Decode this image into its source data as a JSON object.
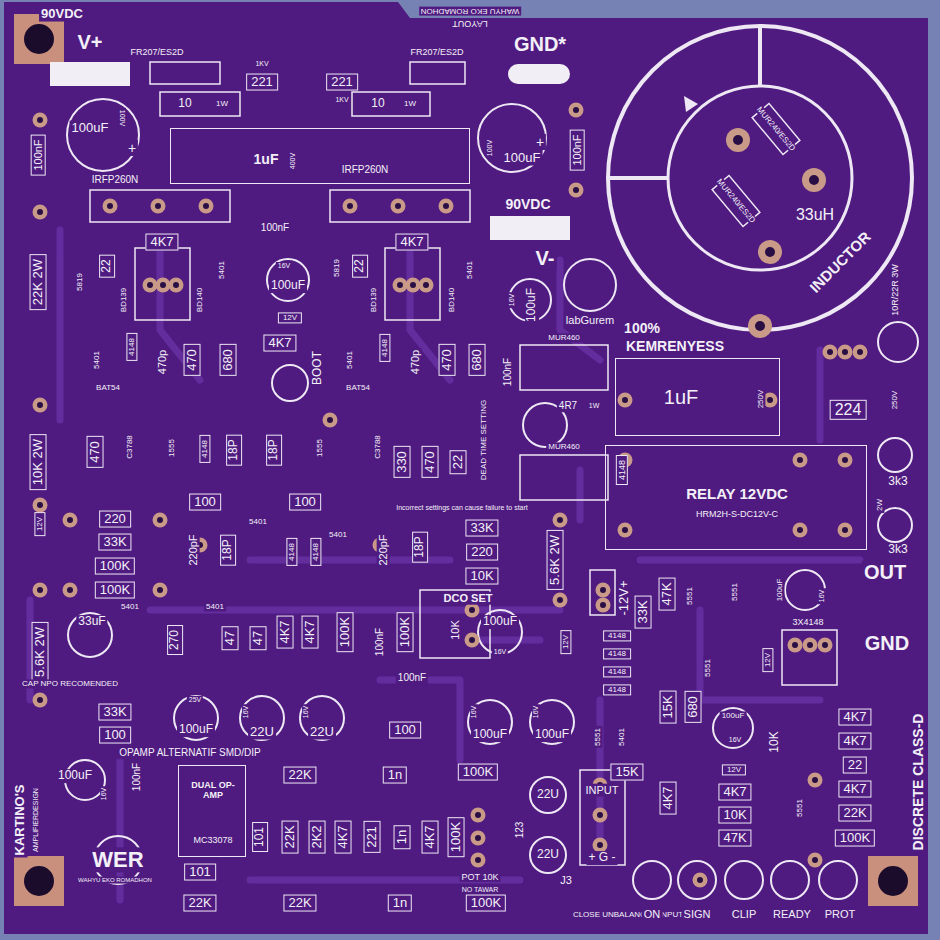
{
  "diagram": {
    "nodes": [
      {
        "text": [
          "1uF",
          "400V"
        ]
      },
      {
        "text": [
          "1uF",
          "250V"
        ]
      },
      {
        "text": [
          "RELAY 12VDC",
          "HRM2H-S-DC12V-C"
        ]
      },
      {
        "text": [
          "DUAL OP-AMP",
          "MC33078"
        ]
      }
    ],
    "labels": [
      "LAYOUT",
      "WAHYU EKO ROMADHON",
      "90VDC",
      "V+",
      "FR207/ES2D",
      "1KV",
      "221",
      "221",
      "1KV",
      "FR207/ES2D",
      "GND*",
      "10",
      "1W",
      "10",
      "1W",
      "100uF",
      "100V",
      "+",
      "100nF",
      "IRFP260N",
      "IRFP260N",
      "100V",
      "100uF",
      "+",
      "100nF",
      "90VDC",
      "V-",
      "MUR240/ES2D",
      "MUR240/ES2D",
      "33uH",
      "INDUCTOR",
      "4K7",
      "100nF",
      "4K7",
      "22K 2W",
      "5819",
      "22",
      "BD139",
      "BD140",
      "5401",
      "16V",
      "100uF",
      "5819",
      "12V",
      "22",
      "BD139",
      "BD140",
      "5401",
      "16V",
      "100uF",
      "labGurem",
      "10R/22R 3W",
      "100%",
      "KEMRENYESS",
      "4K7",
      "5401",
      "4148",
      "470p",
      "470",
      "680",
      "BOOT",
      "5401",
      "4148",
      "470p",
      "470",
      "680",
      "100nF",
      "MUR460",
      "4R7",
      "1W",
      "MUR460",
      "224",
      "250V",
      "BAT54",
      "BAT54",
      "470",
      "C3788",
      "1555",
      "4148",
      "18P",
      "18P",
      "1555",
      "C3788",
      "330",
      "470",
      "22",
      "DEAD TIME SETTING",
      "10K 2W",
      "4148",
      "3k3",
      "2W",
      "3k3",
      "12V",
      "100",
      "100",
      "Incorrect settings can cause failure to start",
      "220",
      "33K",
      "100K",
      "100K",
      "5401",
      "220pF",
      "18P",
      "4148",
      "4148",
      "5401",
      "220pF",
      "18P",
      "33K",
      "220",
      "10K",
      "5.6K 2W",
      "OUT",
      "-12V+",
      "33K",
      "47K",
      "5551",
      "5551",
      "100uF",
      "16V",
      "5401",
      "5401",
      "270",
      "47",
      "47",
      "4K7",
      "4K7",
      "100K",
      "100nF",
      "100K",
      "DCO SET",
      "10K",
      "100uF",
      "16V",
      "12V",
      "GND",
      "33uF",
      "5.6K 2W",
      "4148",
      "4148",
      "4148",
      "4148",
      "3X4148",
      "5551",
      "12V",
      "CAP NPO RECOMENDED",
      "100nF",
      "33K",
      "100",
      "100",
      "25V",
      "100uF",
      "16V",
      "22U",
      "16V",
      "22U",
      "16V",
      "100uF",
      "16V",
      "100uF",
      "15K",
      "680",
      "5551",
      "5401",
      "100uF",
      "16V",
      "10K",
      "12V",
      "4K7",
      "4K7",
      "22",
      "4K7",
      "22K",
      "100K",
      "DISCRETE CLASS-D",
      "OPAMP ALTERNATIF SMD/DIP",
      "100uF",
      "16V",
      "100nF",
      "22K",
      "1n",
      "100K",
      "15K",
      "INPUT",
      "4K7",
      "4K7",
      "10K",
      "47K",
      "5551",
      "22U",
      "22U",
      "101",
      "22K",
      "2K2",
      "4K7",
      "221",
      "1n",
      "4K7",
      "100K",
      "123",
      "KARTINO'S",
      "AMPLIFIERDESIGN",
      "WER",
      "WAHYU EKO ROMADHON",
      "+ G -",
      "POT 10K",
      "NO TAWAR",
      "J3",
      "101",
      "22K",
      "22K",
      "1n",
      "100K",
      "CLOSE UNBALANCED INPUT",
      "ON",
      "SIGN",
      "CLIP",
      "READY",
      "PROT"
    ]
  }
}
